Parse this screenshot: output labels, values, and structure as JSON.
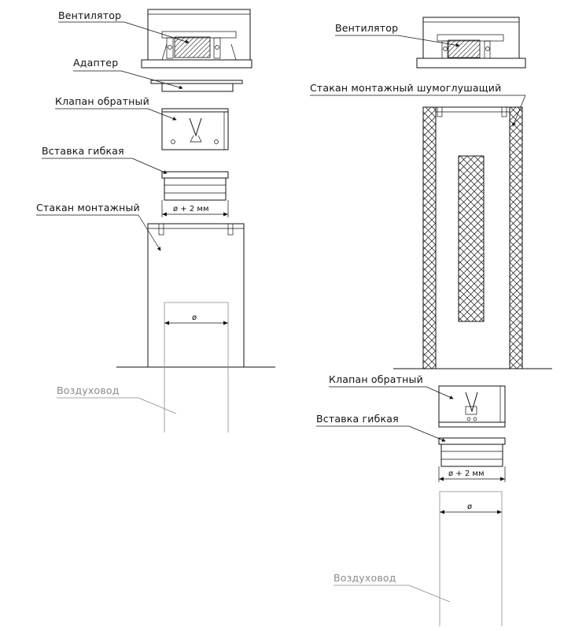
{
  "left": {
    "fan": "Вентилятор",
    "adapter": "Адаптер",
    "valve": "Клапан обратный",
    "insert": "Вставка гибкая",
    "insert_dim": "ø + 2 мм",
    "mount": "Стакан монтажный",
    "duct_dim": "ø",
    "duct": "Воздуховод"
  },
  "right": {
    "fan": "Вентилятор",
    "silencer": "Стакан монтажный шумоглушащий",
    "valve": "Клапан обратный",
    "insert": "Вставка гибкая",
    "insert_dim": "ø + 2 мм",
    "duct_dim": "ø",
    "duct": "Воздуховод"
  },
  "colors": {
    "line": "#111111",
    "duct": "#8a8a8a",
    "background": "#ffffff"
  }
}
